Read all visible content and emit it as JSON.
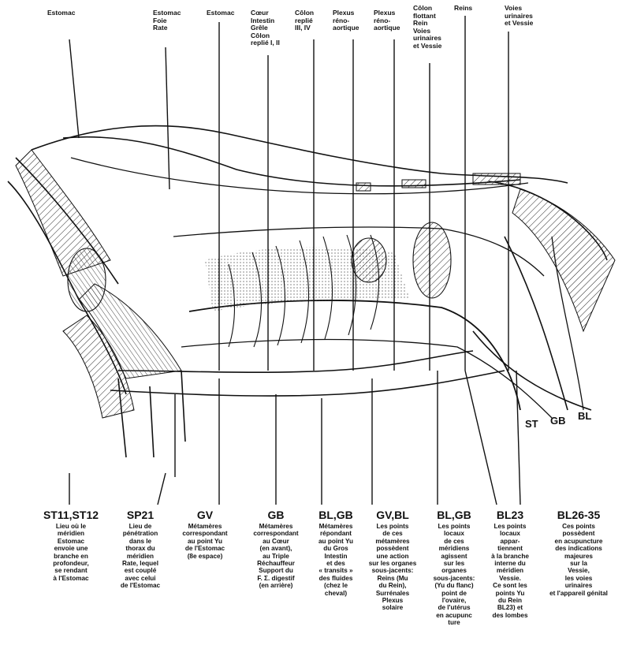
{
  "top_labels": [
    {
      "id": "estomac-1",
      "lines": [
        "Estomac"
      ]
    },
    {
      "id": "estomac-foie-rate",
      "lines": [
        "Estomac",
        "Foie",
        "Rate"
      ]
    },
    {
      "id": "estomac-2",
      "lines": [
        "Estomac"
      ]
    },
    {
      "id": "coeur-intestin",
      "lines": [
        "Cœur",
        "Intestin",
        "Grêle",
        "Côlon",
        "replié I, II"
      ]
    },
    {
      "id": "colon-replie",
      "lines": [
        "Côlon",
        "replié",
        "III, IV"
      ]
    },
    {
      "id": "plexus-1",
      "lines": [
        "Plexus",
        "réno-",
        "aortique"
      ]
    },
    {
      "id": "plexus-2",
      "lines": [
        "Plexus",
        "réno-",
        "aortique"
      ]
    },
    {
      "id": "colon-flottant",
      "lines": [
        "Côlon",
        "flottant",
        "Rein",
        "Voies",
        "urinaires",
        "et Vessie"
      ]
    },
    {
      "id": "reins",
      "lines": [
        "Reins"
      ]
    },
    {
      "id": "voies-urinaires",
      "lines": [
        "Voies",
        "urinaires",
        "et Vessie"
      ]
    }
  ],
  "curve_labels": {
    "st": "ST",
    "gb": "GB",
    "bl": "BL"
  },
  "bottom_blocks": [
    {
      "id": "st11-st12",
      "code": "ST11,ST12",
      "lines": [
        "Lieu où le",
        "méridien",
        "Estomac",
        "envoie une",
        "branche en",
        "profondeur,",
        "se rendant",
        "à l'Estomac"
      ]
    },
    {
      "id": "sp21",
      "code": "SP21",
      "lines": [
        "Lieu de",
        "pénétration",
        "dans le",
        "thorax du",
        "méridien",
        "Rate, lequel",
        "est couplé",
        "avec celui",
        "de l'Estomac"
      ]
    },
    {
      "id": "gv",
      "code": "GV",
      "lines": [
        "Métamères",
        "correspondant",
        "au point Yu",
        "de l'Estomac",
        "(8e espace)"
      ]
    },
    {
      "id": "gb",
      "code": "GB",
      "lines": [
        "Métamères",
        "correspondant",
        "au Cœur",
        "(en avant),",
        "au Triple",
        "Réchauffeur",
        "Support du",
        "F. Σ. digestif",
        "(en arrière)"
      ]
    },
    {
      "id": "bl-gb-1",
      "code": "BL,GB",
      "lines": [
        "Métamères",
        "répondant",
        "au point Yu",
        "du Gros",
        "Intestin",
        "et des",
        "« transits »",
        "des fluides",
        "(chez le",
        "cheval)"
      ]
    },
    {
      "id": "gv-bl",
      "code": "GV,BL",
      "lines": [
        "Les points",
        "de ces",
        "métamères",
        "possèdent",
        "une action",
        "sur les organes",
        "sous-jacents:",
        "Reins (Mu",
        "du Rein),",
        "Surrénales",
        "Plexus",
        "solaire"
      ]
    },
    {
      "id": "bl-gb-2",
      "code": "BL,GB",
      "lines": [
        "Les points",
        "locaux",
        "de ces",
        "méridiens",
        "agissent",
        "sur les",
        "organes",
        "sous-jacents:",
        "(Yu du flanc)",
        "point de",
        "l'ovaire,",
        "de l'utérus",
        "en acupunc",
        "ture"
      ]
    },
    {
      "id": "bl23",
      "code": "BL23",
      "lines": [
        "Les points",
        "locaux",
        "appar-",
        "tiennent",
        "à la branche",
        "interne du",
        "méridien",
        "Vessie.",
        "Ce sont les",
        "points Yu",
        "du Rein",
        "BL23) et",
        "des lombes"
      ]
    },
    {
      "id": "bl26-35",
      "code": "BL26-35",
      "lines": [
        "Ces points",
        "possèdent",
        "en acupuncture",
        "des indications",
        "majeures",
        "sur la",
        "Vessie,",
        "les voies",
        "urinaires",
        "et l'appareil génital"
      ]
    }
  ]
}
